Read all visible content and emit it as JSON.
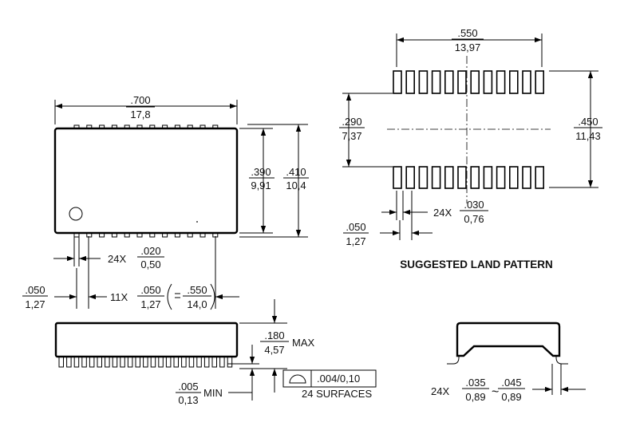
{
  "top_view": {
    "length_in": ".700",
    "length_mm": "17,8",
    "body_width_in": ".390",
    "body_width_mm": "9,91",
    "overall_width_in": ".410",
    "overall_width_mm": "10,4",
    "lead_width_count": "24X",
    "lead_width_in": ".020",
    "lead_width_mm": "0,50",
    "pitch_in": ".050",
    "pitch_mm": "1,27",
    "span_count": "11X",
    "span_pitch_in": ".050",
    "span_pitch_mm": "1,27",
    "span_total_in": ".550",
    "span_total_mm": "14,0"
  },
  "land_pattern": {
    "title": "SUGGESTED LAND PATTERN",
    "span_in": ".550",
    "span_mm": "13,97",
    "inner_in": ".290",
    "inner_mm": "7,37",
    "outer_in": ".450",
    "outer_mm": "11,43",
    "pad_count": "24X",
    "pad_width_in": ".030",
    "pad_width_mm": "0,76",
    "pitch_in": ".050",
    "pitch_mm": "1,27"
  },
  "side_view": {
    "height_in": ".180",
    "height_mm": "4,57",
    "height_suffix": "MAX",
    "standoff_in": ".005",
    "standoff_mm": "0,13",
    "standoff_suffix": "MIN",
    "coplanarity_value": ".004/0,10",
    "coplanarity_note": "24 SURFACES"
  },
  "end_view": {
    "count": "24X",
    "min_in": ".035",
    "min_mm": "0,89",
    "max_in": ".045",
    "max_mm": "0,89",
    "range_symbol": "~"
  }
}
